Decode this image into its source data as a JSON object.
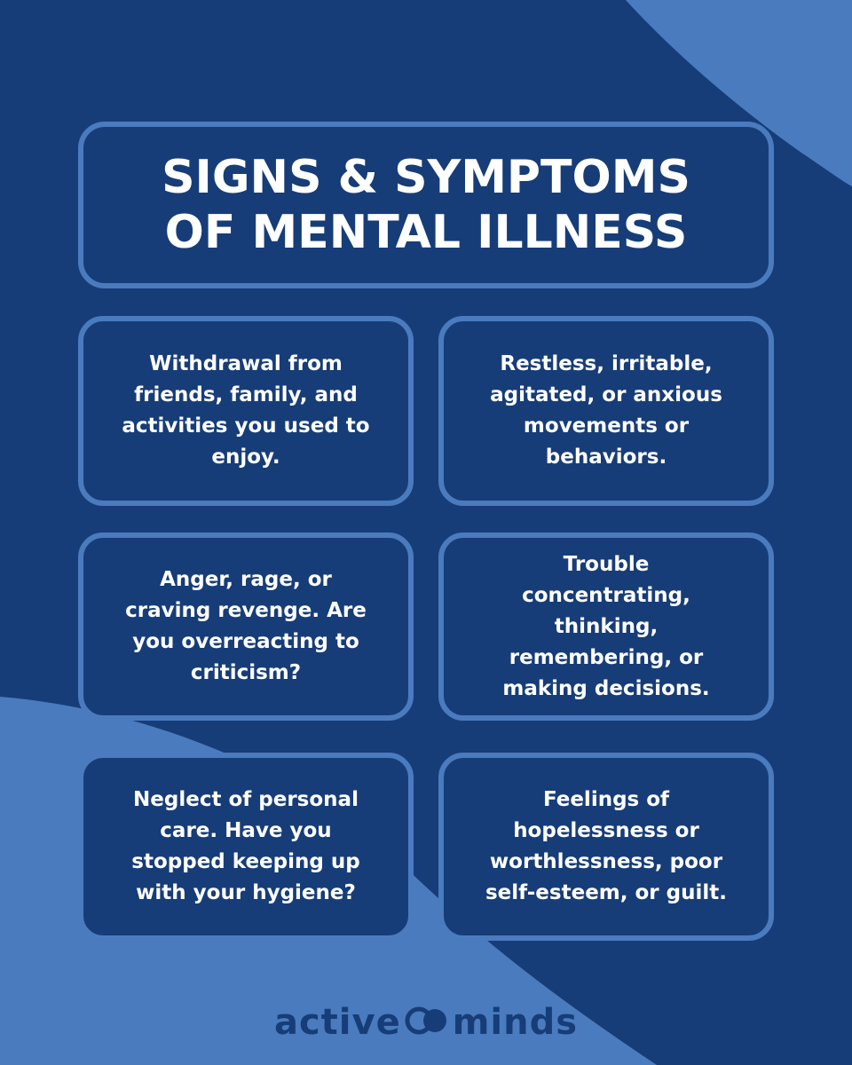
{
  "title": {
    "line1": "SIGNS & SYMPTOMS",
    "line2": "OF MENTAL ILLNESS"
  },
  "cards": [
    {
      "text": "Withdrawal from friends, family, and activities you used to enjoy."
    },
    {
      "text": "Restless, irritable, agitated, or anxious movements or behaviors."
    },
    {
      "text": "Anger, rage, or craving revenge. Are you overreacting to criticism?"
    },
    {
      "text": "Trouble concentrating, thinking, remembering, or making decisions."
    },
    {
      "text": "Neglect of personal care. Have you stopped keeping up with your hygiene?"
    },
    {
      "text": "Feelings of hopelessness or worthlessness, poor self-esteem, or guilt."
    }
  ],
  "logo": {
    "left_word": "active",
    "right_word": "minds",
    "mark_icon": "interlocking-circles-icon"
  },
  "colors": {
    "background": "#173d78",
    "accent": "#4a7bbf",
    "text": "#ffffff"
  }
}
